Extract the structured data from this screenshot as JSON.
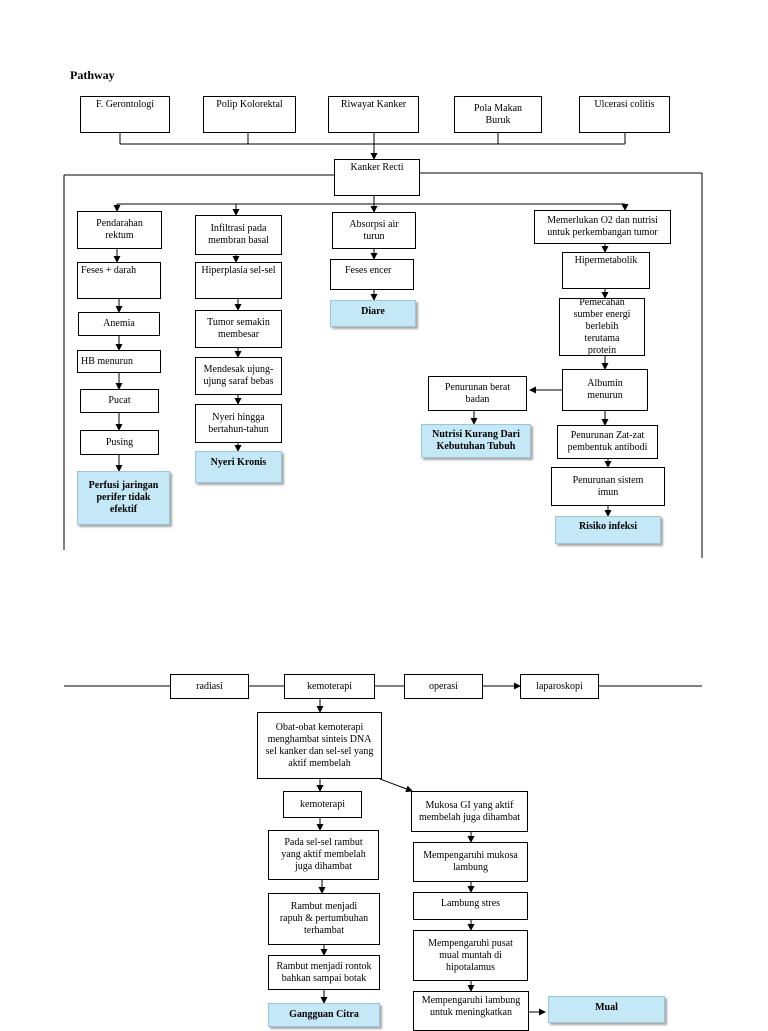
{
  "title": "Pathway",
  "causes": {
    "gerontologi": "F. Gerontologi",
    "polip": "Polip Kolorektal",
    "riwayat": "Riwayat Kanker",
    "pola_makan": "Pola Makan Buruk",
    "ulcerasi": "Ulcerasi colitis"
  },
  "main": {
    "kanker_recti": "Kanker Recti"
  },
  "col1": {
    "pendarahan": "Pendarahan rektum",
    "feses_darah": "Feses + darah",
    "anemia": "Anemia",
    "hb": "HB menurun",
    "pucat": "Pucat",
    "pusing": "Pusing",
    "dx": "Perfusi jaringan perifer tidak efektif"
  },
  "col2": {
    "infiltrasi": "Infiltrasi pada membran basal",
    "hiperplasia": "Hiperplasia sel-sel",
    "tumor": "Tumor semakin membesar",
    "mendesak": "Mendesak ujung-ujung saraf bebas",
    "nyeri": "Nyeri hingga bertahun-tahun",
    "dx": "Nyeri Kronis"
  },
  "col3": {
    "absorpsi": "Absorpsi air turun",
    "feses_encer": "Feses encer",
    "dx": "Diare"
  },
  "col4": {
    "memerlukan": "Memerlukan O2 dan nutrisi untuk perkembangan tumor",
    "hipermetabolik": "Hipermetabolik",
    "pemecahan": "Pemecahan sumber energi berlebih terutama protein",
    "albumin": "Albumin menurun",
    "penurunan_bb": "Penurunan berat badan",
    "dx_nutrisi": "Nutrisi Kurang Dari Kebutuhan Tubuh",
    "zat_zat": "Penurunan Zat-zat pembentuk antibodi",
    "imun": "Penurunan sistem imun",
    "dx_infeksi": "Risiko infeksi"
  },
  "therapy": {
    "radiasi": "radiasi",
    "kemoterapi": "kemoterapi",
    "operasi": "operasi",
    "laparoskopi": "laparoskopi"
  },
  "chemo": {
    "obat": "Obat-obat kemoterapi menghambat sinteis DNA sel kanker dan sel-sel yang aktif membelah",
    "kemoterapi2": "kemoterapi",
    "pada_sel": "Pada sel-sel rambut yang aktif membelah juga dihambat",
    "rapuh": "Rambut menjadi rapuh & pertumbuhan terhambat",
    "rontok": "Rambut menjadi rontok bahkan sampai botak",
    "dx_citra": "Gangguan Citra",
    "mukosa_gi": "Mukosa GI yang aktif membelah juga dihambat",
    "mukosa_lambung": "Mempengaruhi mukosa lambung",
    "lambung_stres": "Lambung stres",
    "pusat_mual": "Mempengaruhi pusat mual muntah di hipotalamus",
    "lambung_meningkat": "Mempengaruhi lambung untuk meningkatkan",
    "dx_mual": "Mual"
  },
  "colors": {
    "diagnosis_fill": "#c5e8f6",
    "diagnosis_border": "#9cc5d8",
    "line": "#000000"
  }
}
